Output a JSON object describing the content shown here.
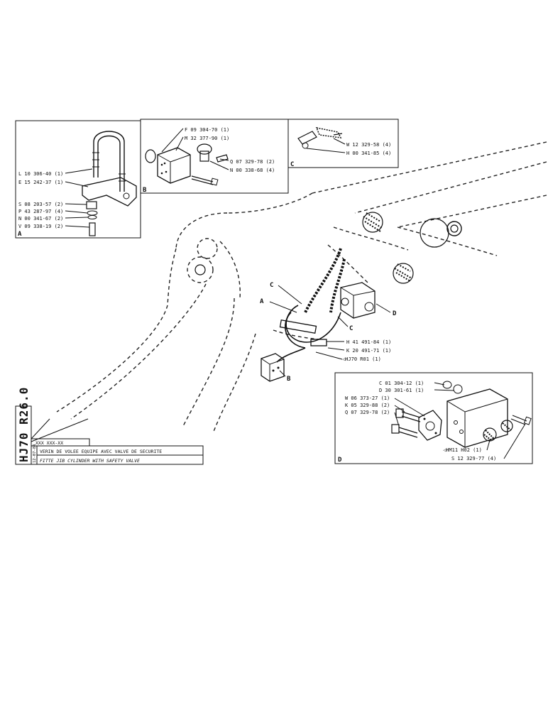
{
  "panels": {
    "A": {
      "letter": "A",
      "parts": [
        {
          "code": "L 10 306-40",
          "qty": "(1)"
        },
        {
          "code": "E 15 242-37",
          "qty": "(1)"
        },
        {
          "code": "S 08 203-57",
          "qty": "(2)"
        },
        {
          "code": "P 43 287-97",
          "qty": "(4)"
        },
        {
          "code": "N 00 341-67",
          "qty": "(2)"
        },
        {
          "code": "V 09 338-19",
          "qty": "(2)"
        }
      ]
    },
    "B": {
      "letter": "B",
      "parts": [
        {
          "code": "F 09 304-70",
          "qty": "(1)"
        },
        {
          "code": "M 32 377-90",
          "qty": "(1)"
        },
        {
          "code": "Q 07 329-78",
          "qty": "(2)"
        },
        {
          "code": "N 00 338-68",
          "qty": "(4)"
        }
      ]
    },
    "C": {
      "letter": "C",
      "parts": [
        {
          "code": "W 12 329-58",
          "qty": "(4)"
        },
        {
          "code": "H 00 341-85",
          "qty": "(4)"
        }
      ]
    },
    "D": {
      "letter": "D",
      "parts": [
        {
          "code": "C 01 304-12",
          "qty": "(1)"
        },
        {
          "code": "D 30 301-61",
          "qty": "(1)"
        },
        {
          "code": "W 06 373-27",
          "qty": "(1)"
        },
        {
          "code": "K 05 329-88",
          "qty": "(2)"
        },
        {
          "code": "Q 07 329-78",
          "qty": "(2)"
        },
        {
          "code": "HM11 H02",
          "qty": "(1)"
        },
        {
          "code": "S 12 329-77",
          "qty": "(4)"
        }
      ]
    }
  },
  "main": {
    "callouts": {
      "A": "A",
      "B": "B",
      "C1": "C",
      "C2": "C",
      "D": "D"
    },
    "parts": [
      {
        "code": "H 41 491-84",
        "qty": "(1)"
      },
      {
        "code": "K 20 491-71",
        "qty": "(1)"
      },
      {
        "code": "HJ70  R01",
        "qty": "(1)"
      }
    ]
  },
  "title_block": {
    "model": "HJ70  R26.0",
    "date": "12-07-84",
    "ref": "XXX XXX-XX",
    "title_fr": "VERIN DE VOLEE EQUIPE AVEC VALVE DE SECURITE",
    "title_en": "FITTE JIB CYLINDER WITH SAFETY VALVE"
  }
}
